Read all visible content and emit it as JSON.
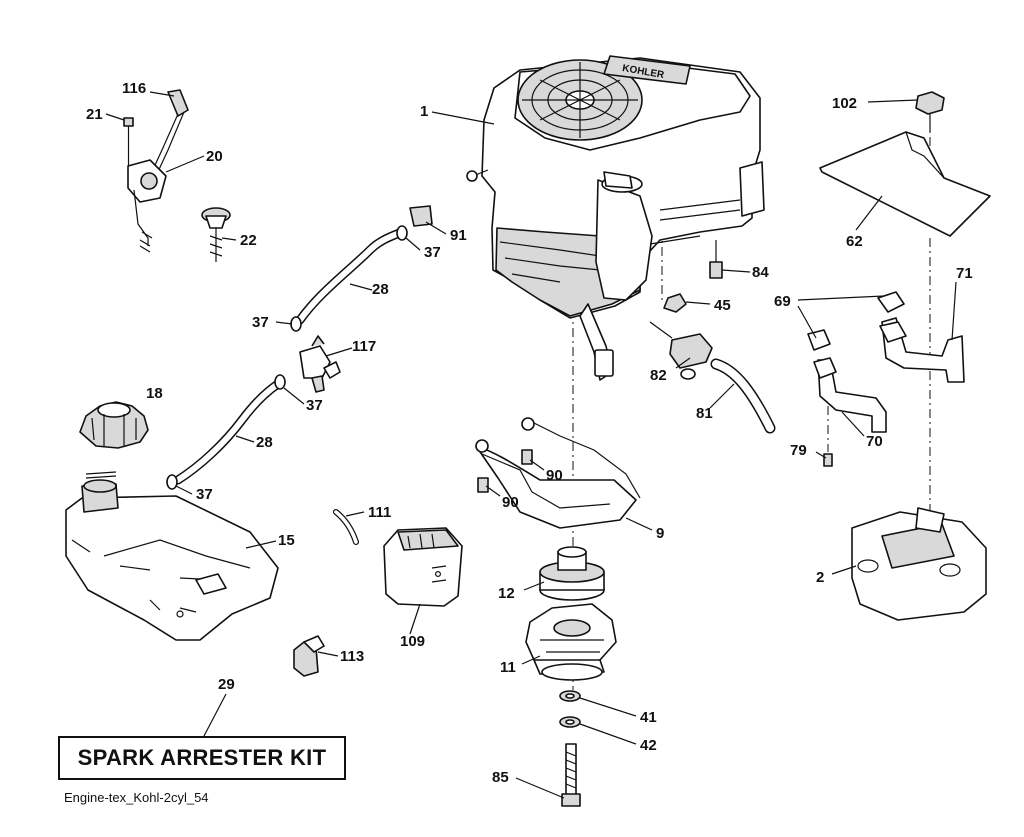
{
  "callouts": {
    "c116": "116",
    "c21": "21",
    "c20": "20",
    "c22": "22",
    "c1": "1",
    "c91": "91",
    "c37a": "37",
    "c28a": "28",
    "c37b": "37",
    "c117": "117",
    "c37c": "37",
    "c18": "18",
    "c28b": "28",
    "c37d": "37",
    "c15": "15",
    "c111": "111",
    "c109": "109",
    "c113": "113",
    "c29": "29",
    "c102": "102",
    "c62": "62",
    "c84": "84",
    "c45": "45",
    "c69": "69",
    "c71": "71",
    "c82": "82",
    "c81": "81",
    "c70": "70",
    "c79": "79",
    "c90a": "90",
    "c90b": "90",
    "c9": "9",
    "c12": "12",
    "c2": "2",
    "c11": "11",
    "c41": "41",
    "c42": "42",
    "c85": "85"
  },
  "kit_label": "SPARK ARRESTER KIT",
  "footer_text": "Engine-tex_Kohl-2cyl_54",
  "engine_logo_text": "KOHLER"
}
